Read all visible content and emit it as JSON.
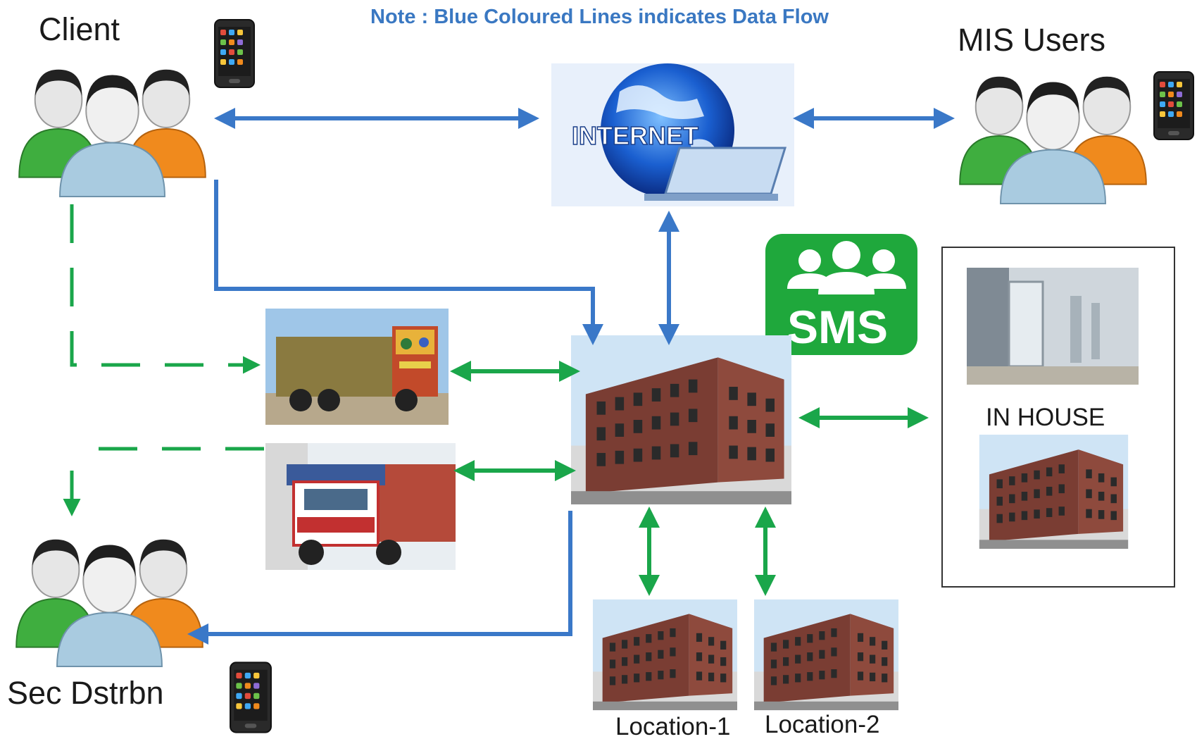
{
  "note": "Note : Blue Coloured Lines indicates Data Flow",
  "nodes": {
    "client": "Client",
    "mis_users": "MIS Users",
    "sec_dstrbn": "Sec Dstrbn",
    "internet": "INTERNET",
    "sms": "SMS",
    "in_house": "IN HOUSE",
    "location_1": "Location-1",
    "location_2": "Location-2"
  },
  "colors": {
    "data_flow": "#3a78c8",
    "goods_flow": "#1aa64a",
    "sms_tile": "#1fa83c",
    "person_green": "#3fae3f",
    "person_orange": "#f08a1d",
    "person_blue": "#a9cbe0",
    "building_brick": "#7a3d33"
  }
}
